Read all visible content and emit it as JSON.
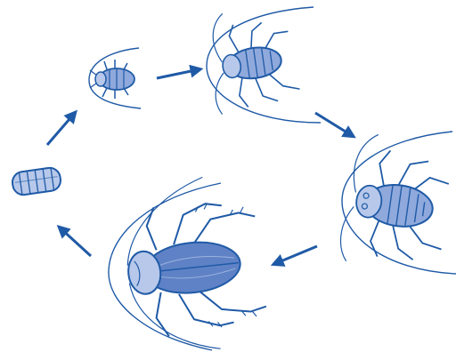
{
  "diagram": {
    "colors": {
      "ink": "#1f5aa6",
      "fill_light": "#b7c8ea",
      "fill_mid": "#8fa9dc",
      "fill_dark": "#5f82c6",
      "background": "#ffffff"
    },
    "stages": [
      {
        "id": "egg-case",
        "label": ""
      },
      {
        "id": "nymph-small",
        "label": ""
      },
      {
        "id": "nymph-medium",
        "label": ""
      },
      {
        "id": "nymph-large",
        "label": ""
      },
      {
        "id": "adult",
        "label": ""
      }
    ],
    "arrows": [
      {
        "from": "egg-case",
        "to": "nymph-small"
      },
      {
        "from": "nymph-small",
        "to": "nymph-medium"
      },
      {
        "from": "nymph-medium",
        "to": "nymph-large"
      },
      {
        "from": "nymph-large",
        "to": "adult"
      },
      {
        "from": "adult",
        "to": "egg-case"
      }
    ]
  }
}
